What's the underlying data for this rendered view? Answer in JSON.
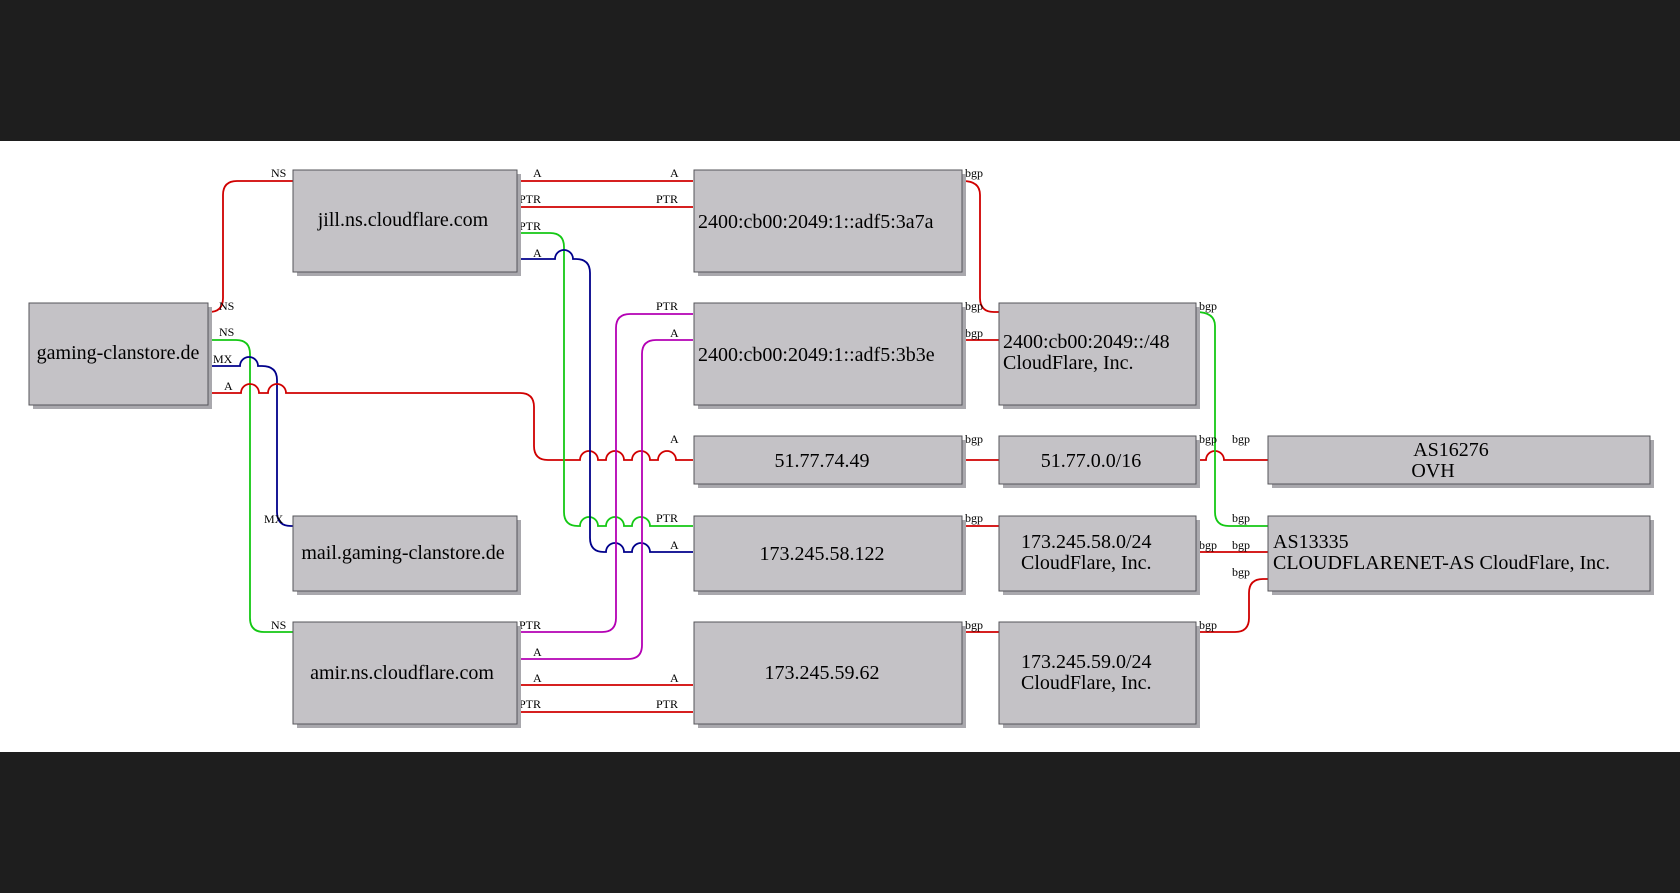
{
  "colors": {
    "background": "#1e1e1e",
    "canvas": "#ffffff",
    "node_fill": "#c4c2c6",
    "red": "#d00000",
    "green": "#14c814",
    "blue": "#00008b",
    "magenta": "#b400b4"
  },
  "nodes": {
    "domain": "gaming-clanstore.de",
    "ns_jill": "jill.ns.cloudflare.com",
    "mail": "mail.gaming-clanstore.de",
    "ns_amir": "amir.ns.cloudflare.com",
    "ip6_a": "2400:cb00:2049:1::adf5:3a7a",
    "ip6_b": "2400:cb00:2049:1::adf5:3b3e",
    "ip_ovh": "51.77.74.49",
    "ip_cf1": "173.245.58.122",
    "ip_cf2": "173.245.59.62",
    "pfx6": [
      "2400:cb00:2049::/48",
      "CloudFlare, Inc."
    ],
    "pfx_ovh": "51.77.0.0/16",
    "pfx_cf1": [
      "173.245.58.0/24",
      "CloudFlare, Inc."
    ],
    "pfx_cf2": [
      "173.245.59.0/24",
      "CloudFlare, Inc."
    ],
    "as_ovh": [
      "AS16276",
      "OVH"
    ],
    "as_cf": [
      "AS13335",
      "CLOUDFLARENET-AS CloudFlare, Inc."
    ]
  },
  "edges": [
    {
      "from": "domain",
      "to": "ns_jill",
      "type": "NS",
      "color": "red"
    },
    {
      "from": "domain",
      "to": "ns_amir",
      "type": "NS",
      "color": "green"
    },
    {
      "from": "domain",
      "to": "mail",
      "type": "MX",
      "color": "blue"
    },
    {
      "from": "domain",
      "to": "ip_ovh",
      "type": "A",
      "color": "red"
    },
    {
      "from": "ns_jill",
      "to": "ip6_a",
      "type": "A",
      "color": "red"
    },
    {
      "from": "ip6_a",
      "to": "ns_jill",
      "type": "PTR",
      "color": "red"
    },
    {
      "from": "ip_cf1",
      "to": "ns_jill",
      "type": "PTR",
      "color": "green"
    },
    {
      "from": "ns_jill",
      "to": "ip_cf1",
      "type": "A",
      "color": "blue"
    },
    {
      "from": "ip6_b",
      "to": "ns_amir",
      "type": "PTR",
      "color": "magenta"
    },
    {
      "from": "ns_amir",
      "to": "ip6_b",
      "type": "A",
      "color": "magenta"
    },
    {
      "from": "ns_amir",
      "to": "ip_cf2",
      "type": "A",
      "color": "red"
    },
    {
      "from": "ip_cf2",
      "to": "ns_amir",
      "type": "PTR",
      "color": "red"
    },
    {
      "from": "ip6_a",
      "to": "pfx6",
      "type": "bgp",
      "color": "red"
    },
    {
      "from": "ip6_b",
      "to": "pfx6",
      "type": "bgp",
      "color": "red"
    },
    {
      "from": "ip_ovh",
      "to": "pfx_ovh",
      "type": "bgp",
      "color": "red"
    },
    {
      "from": "ip_cf1",
      "to": "pfx_cf1",
      "type": "bgp",
      "color": "red"
    },
    {
      "from": "ip_cf2",
      "to": "pfx_cf2",
      "type": "bgp",
      "color": "red"
    },
    {
      "from": "pfx_ovh",
      "to": "as_ovh",
      "type": "bgp",
      "color": "red"
    },
    {
      "from": "pfx6",
      "to": "as_cf",
      "type": "bgp",
      "color": "green"
    },
    {
      "from": "pfx_cf1",
      "to": "as_cf",
      "type": "bgp",
      "color": "red"
    },
    {
      "from": "pfx_cf2",
      "to": "as_cf",
      "type": "bgp",
      "color": "red"
    }
  ],
  "labels": {
    "ns": "NS",
    "mx": "MX",
    "a": "A",
    "ptr": "PTR",
    "bgp": "bgp"
  }
}
